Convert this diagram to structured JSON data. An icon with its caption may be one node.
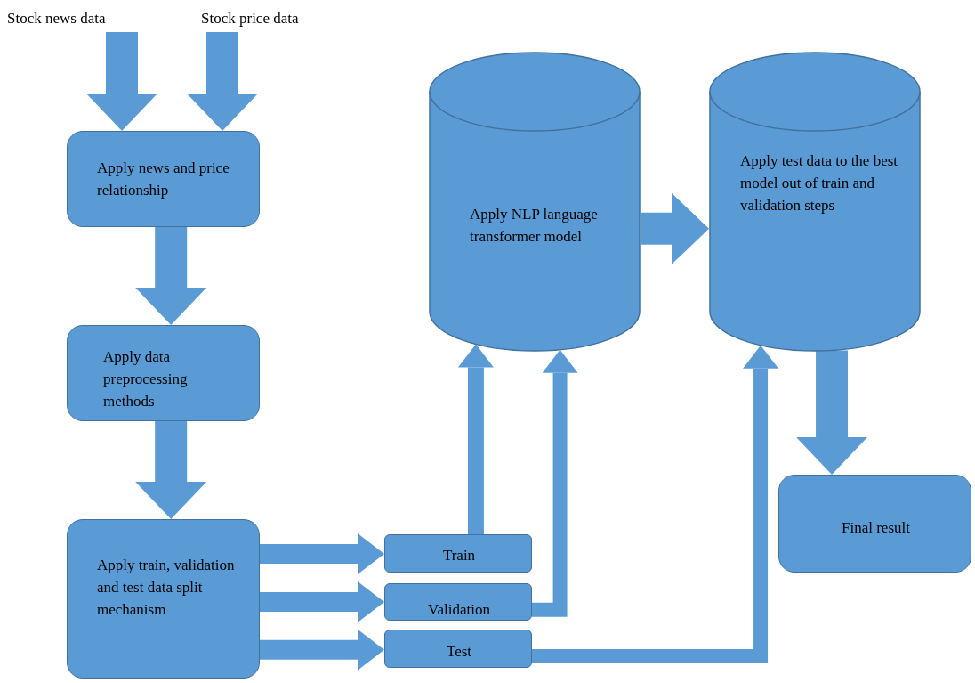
{
  "diagram": {
    "nodes": [
      {
        "text": [
          "Stock news data"
        ]
      },
      {
        "text": [
          "Stock price data"
        ]
      },
      {
        "text": [
          "Apply news and price relationship"
        ]
      },
      {
        "text": [
          "Apply data preprocessing methods"
        ]
      },
      {
        "text": [
          "Apply train, validation and test data split mechanism"
        ]
      },
      {
        "text": [
          "Train"
        ]
      },
      {
        "text": [
          "Validation"
        ]
      },
      {
        "text": [
          "Test"
        ]
      },
      {
        "text": [
          "Apply NLP language transformer model"
        ]
      },
      {
        "text": [
          "Apply test data to the best model out of train and validation steps"
        ]
      },
      {
        "text": [
          "Final result"
        ]
      }
    ],
    "edges": [
      {
        "from": 0,
        "to": 2,
        "arrow": "to"
      },
      {
        "from": 1,
        "to": 2,
        "arrow": "to"
      },
      {
        "from": 2,
        "to": 3,
        "arrow": "to"
      },
      {
        "from": 3,
        "to": 4,
        "arrow": "to"
      },
      {
        "from": 4,
        "to": 5,
        "arrow": "to"
      },
      {
        "from": 4,
        "to": 6,
        "arrow": "to"
      },
      {
        "from": 4,
        "to": 7,
        "arrow": "to"
      },
      {
        "from": 5,
        "to": 8,
        "arrow": "to"
      },
      {
        "from": 6,
        "to": 8,
        "arrow": "to"
      },
      {
        "from": 7,
        "to": 9,
        "arrow": "to"
      },
      {
        "from": 8,
        "to": 9,
        "arrow": "to"
      },
      {
        "from": 9,
        "to": 10,
        "arrow": "to"
      }
    ]
  }
}
